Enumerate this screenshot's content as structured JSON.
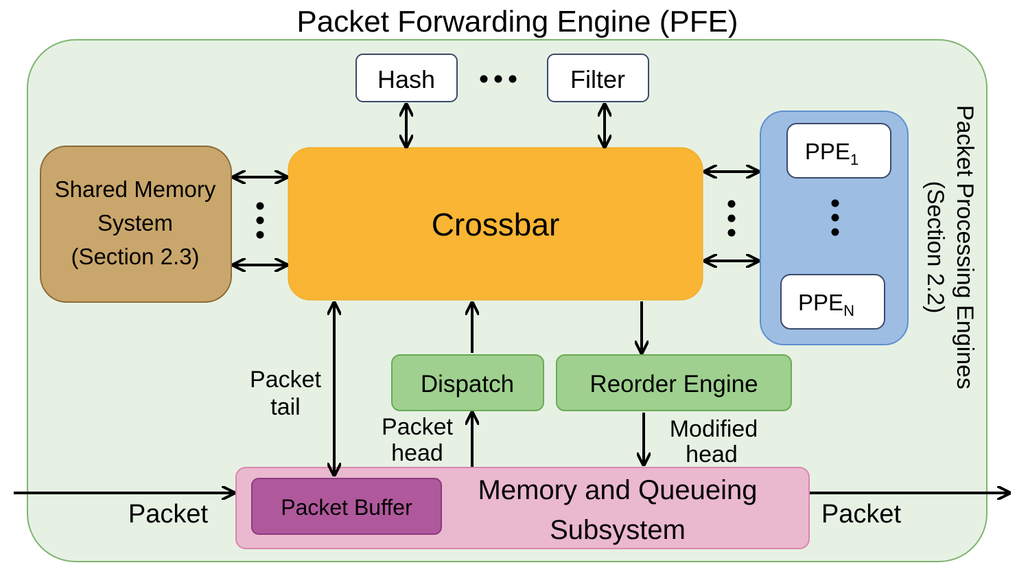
{
  "title": "Packet Forwarding Engine (PFE)",
  "blocks": {
    "hash": "Hash",
    "filter": "Filter",
    "crossbar": "Crossbar",
    "shared_memory": [
      "Shared Memory",
      "System",
      "(Section 2.3)"
    ],
    "ppe_first": {
      "base": "PPE",
      "sub": "1"
    },
    "ppe_last": {
      "base": "PPE",
      "sub": "N"
    },
    "ppe_group_label": [
      "Packet Processing Engines",
      "(Section 2.2)"
    ],
    "dispatch": "Dispatch",
    "reorder": "Reorder Engine",
    "mqs": [
      "Memory and Queueing",
      "Subsystem"
    ],
    "packet_buffer": "Packet Buffer"
  },
  "edge_labels": {
    "packet_tail": [
      "Packet",
      "tail"
    ],
    "packet_head": [
      "Packet",
      "head"
    ],
    "modified_head": [
      "Modified",
      "head"
    ],
    "packet_in": "Packet",
    "packet_out": "Packet"
  },
  "colors": {
    "outer_fill": "#e6f1e4",
    "outer_stroke": "#7fb56f",
    "crossbar": "#f9b533",
    "shared_memory_fill": "#c9a66b",
    "shared_memory_stroke": "#8a6a3a",
    "ppe_group_fill": "#9dbde3",
    "ppe_group_stroke": "#5f8fcf",
    "green_block_fill": "#9fd08f",
    "green_block_stroke": "#6aaa55",
    "mqs_fill": "#eab8cf",
    "mqs_stroke": "#d987ad",
    "packet_buffer_fill": "#b0589c",
    "packet_buffer_stroke": "#8b3a7a"
  }
}
